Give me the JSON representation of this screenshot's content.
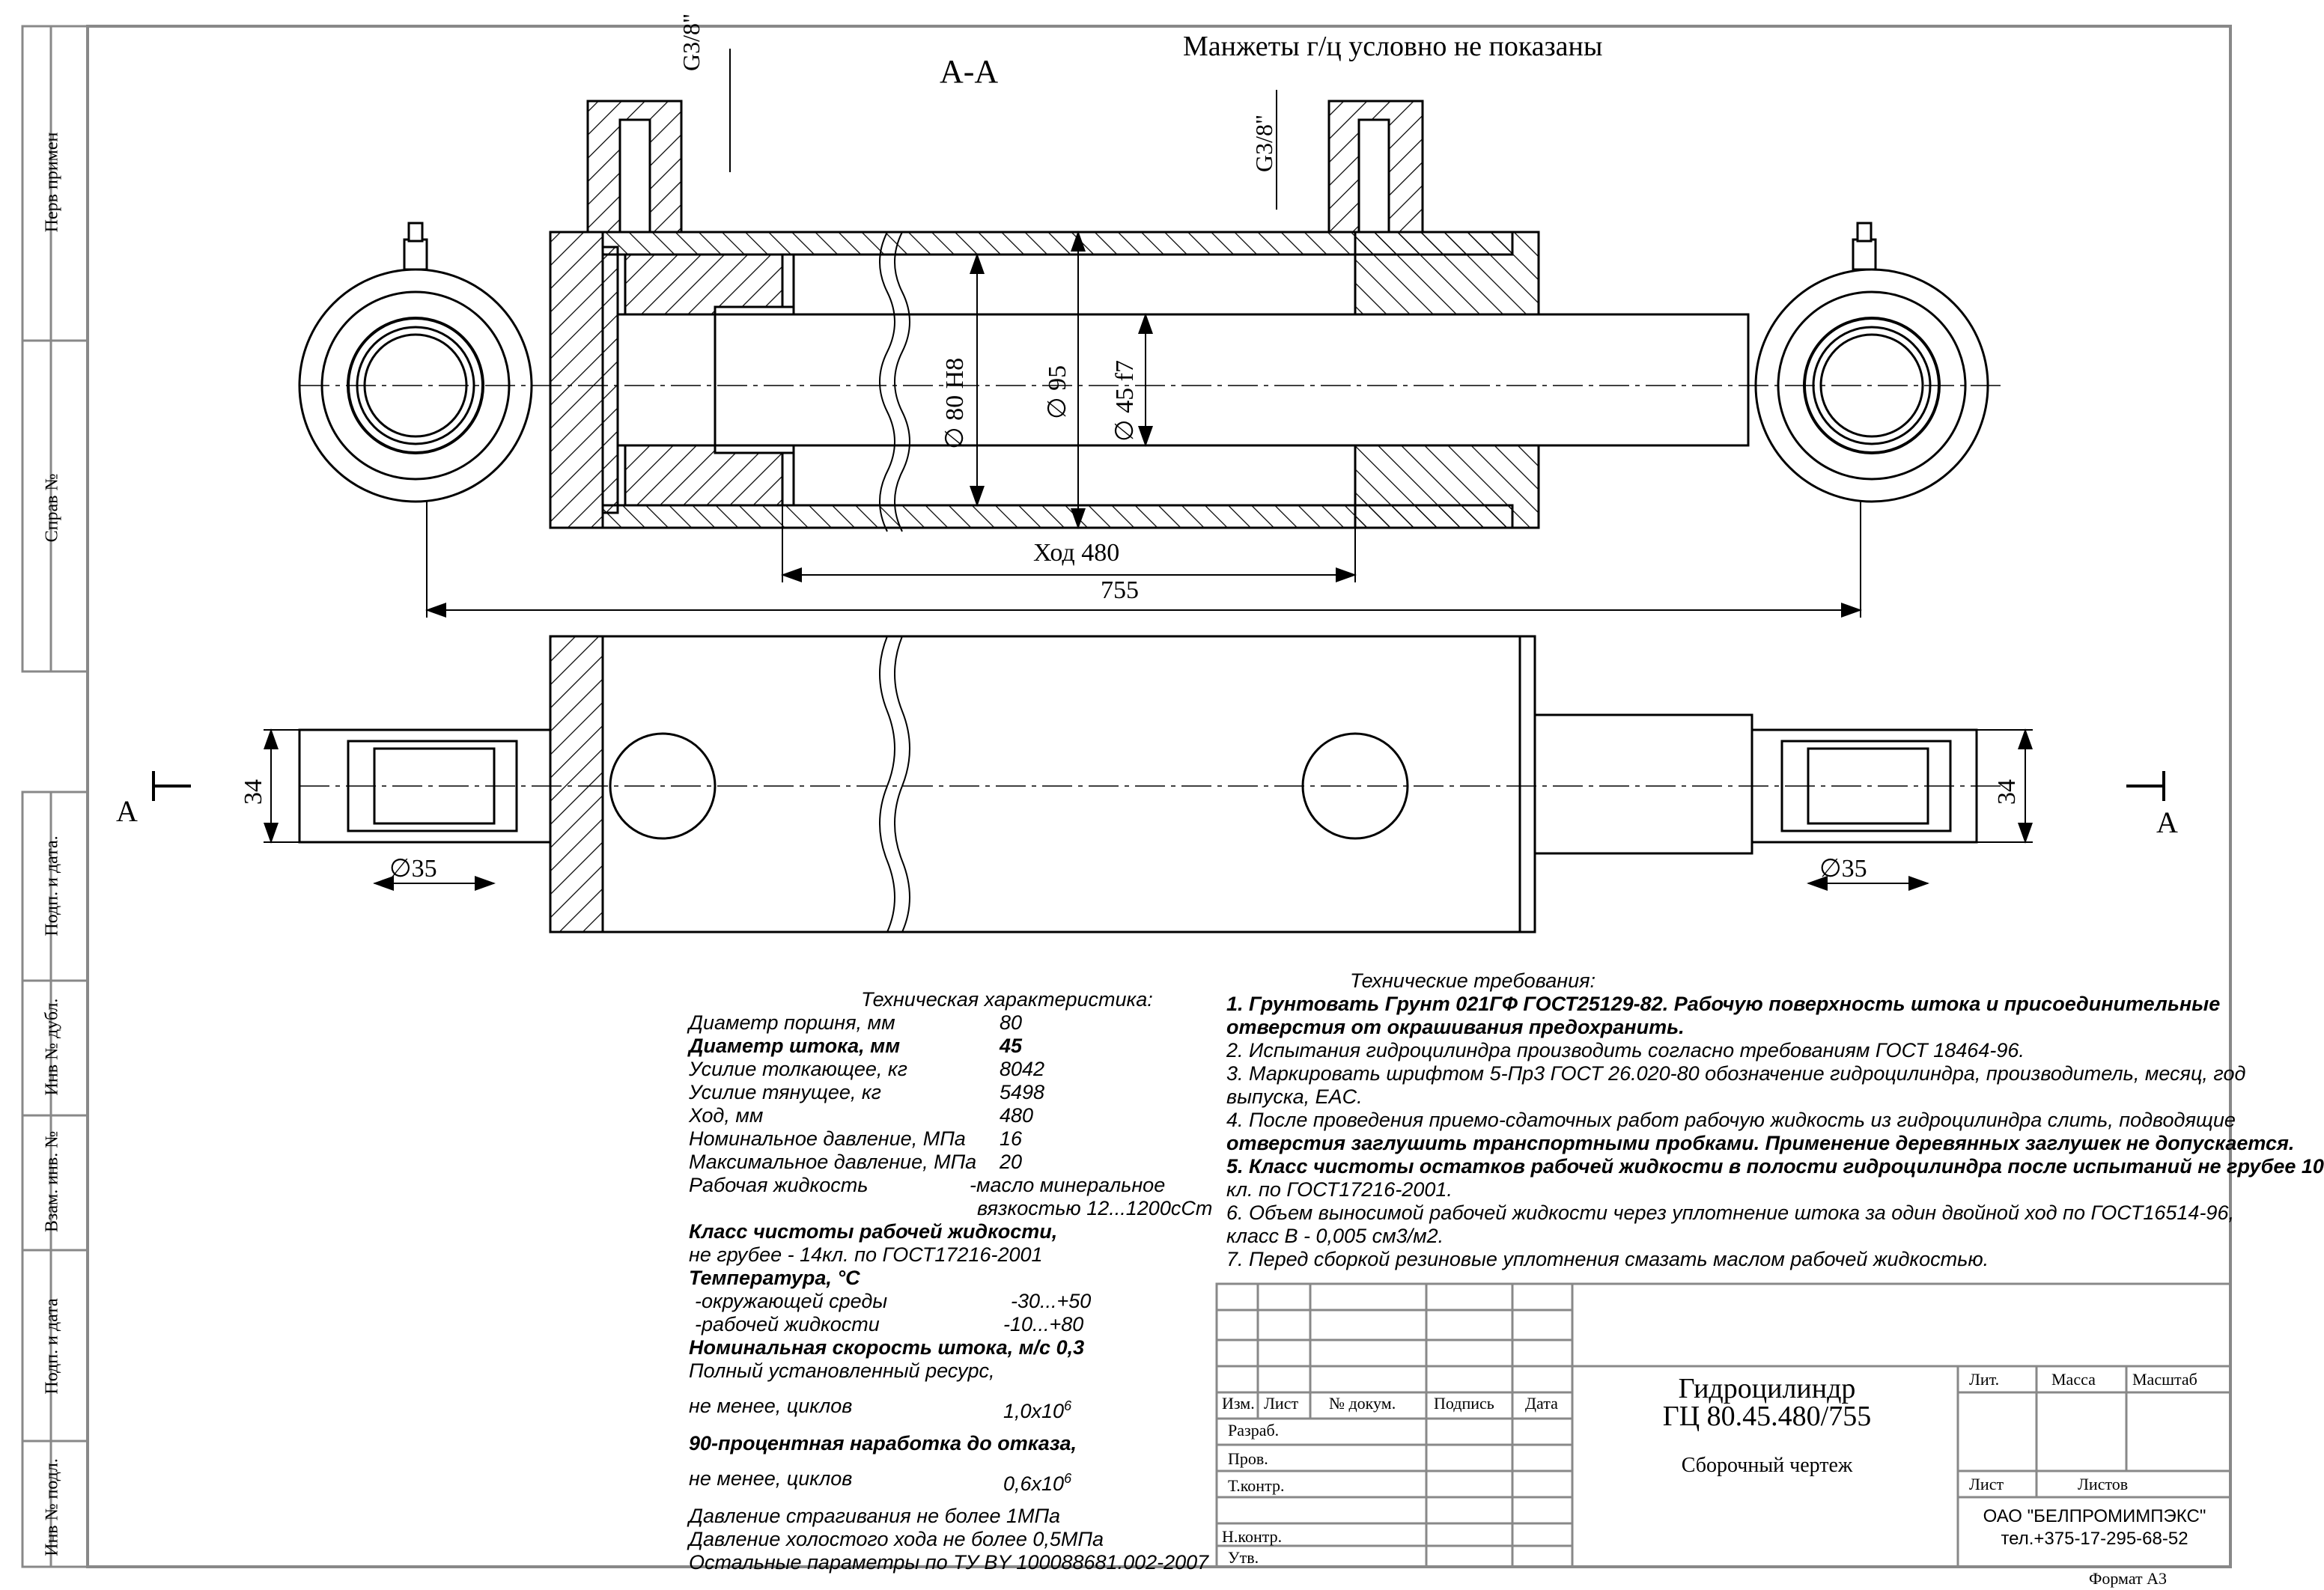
{
  "side_stamps": [
    "Перв примен",
    "Справ №",
    "Подп. и дата.",
    "Инв № дубл.",
    "Взам. инв. №",
    "Подп. и дата",
    "Инв № подл."
  ],
  "drawing": {
    "section_label": "А-А",
    "note": "Манжеты г/ц условно не показаны",
    "thread_left": "G3/8\"",
    "thread_right": "G3/8\"",
    "dia_bore": "80 H8",
    "dia_outer": "95",
    "dia_rod": "45 f7",
    "stroke": "Ход 480",
    "length": "755",
    "width_left": "34",
    "width_right": "34",
    "pin_left": "35",
    "pin_right": "35",
    "cut_left": "А",
    "cut_right": "А",
    "dia_symbol": "∅"
  },
  "specs": {
    "title": "Техническая характеристика:",
    "rows": [
      {
        "label": "Диаметр поршня, мм",
        "value": "80",
        "bold": false
      },
      {
        "label": "Диаметр штока, мм",
        "value": "45",
        "bold": true
      },
      {
        "label": "Усилие толкающее, кг",
        "value": "8042",
        "bold": false
      },
      {
        "label": "Усилие тянущее, кг",
        "value": "5498",
        "bold": false
      },
      {
        "label": "Ход, мм",
        "value": "480",
        "bold": false
      },
      {
        "label": "Номинальное давление, МПа",
        "value": "16",
        "bold": false
      },
      {
        "label": "Максимальное давление, МПа",
        "value": "20",
        "bold": false
      }
    ],
    "fluid_label": "Рабочая жидкость",
    "fluid_value_1": "-масло минеральное",
    "fluid_value_2": "вязкостью 12...1200сСт",
    "purity_title": "Класс чистоты рабочей жидкости,",
    "purity_value": "не грубее - 14кл. по ГОСТ17216-2001",
    "temp_title": "Температура, °С",
    "temp_env_label": "-окружающей среды",
    "temp_env_value": "-30...+50",
    "temp_fluid_label": "-рабочей жидкости",
    "temp_fluid_value": "-10...+80",
    "speed_label": "Номинальная скорость штока, м/с",
    "speed_value": "0,3",
    "resource_label_1": "Полный установленный ресурс,",
    "resource_label_2": "не менее, циклов",
    "resource_value": "1,0x10",
    "resource_exp": "6",
    "failure_label_1": "90-процентная наработка до отказа,",
    "failure_label_2": "не менее, циклов",
    "failure_value": "0,6x10",
    "failure_exp": "6",
    "start_pressure": "Давление страгивания не более     1МПа",
    "idle_pressure": "Давление холостого хода не более 0,5МПа",
    "other_params": "Остальные параметры по ТУ BY 100088681.002-2007"
  },
  "requirements": {
    "title": "Технические требования:",
    "lines": [
      {
        "text": "1. Грунтовать Грунт 021ГФ ГОСТ25129-82. Рабочую поверхность штока и присоединительные",
        "bold": true
      },
      {
        "text": "отверстия от окрашивания предохранить.",
        "bold": true
      },
      {
        "text": "2. Испытания гидроцилиндра производить согласно требованиям ГОСТ 18464-96.",
        "bold": false
      },
      {
        "text": "3. Маркировать шрифтом 5-Пр3 ГОСТ 26.020-80 обозначение гидроцилиндра, производитель, месяц, год",
        "bold": false
      },
      {
        "text": "выпуска, EAC.",
        "bold": false
      },
      {
        "text": "4. После проведения приемо-сдаточных работ рабочую жидкость из гидроцилиндра слить, подводящие",
        "bold": false
      },
      {
        "text": "отверстия заглушить транспортными пробками. Применение деревянных заглушек не допускается.",
        "bold": true
      },
      {
        "text": "5. Класс чистоты остатков рабочей жидкости в полости гидроцилиндра после испытаний не грубее 10",
        "bold": true
      },
      {
        "text": "кл. по ГОСТ17216-2001.",
        "bold": false
      },
      {
        "text": "6. Объем выносимой рабочей жидкости через уплотнение штока за один двойной ход по ГОСТ16514-96,",
        "bold": false
      },
      {
        "text": "класс В - 0,005 см3/м2.",
        "bold": false
      },
      {
        "text": "7. Перед сборкой резиновые уплотнения смазать маслом  рабочей жидкостью.",
        "bold": false
      }
    ]
  },
  "title_block": {
    "product_name": "Гидроцилиндр",
    "product_code": "ГЦ  80.45.480/755",
    "doc_type": "Сборочный чертеж",
    "col_izm": "Изм.",
    "col_list": "Лист",
    "col_doc": "№  докум.",
    "col_sign": "Подпись",
    "col_date": "Дата",
    "row_razrab": "Разраб.",
    "row_prov": "Пров.",
    "row_tkontr": "Т.контр.",
    "row_nkontr": "Н.контр.",
    "row_utv": "Утв.",
    "lit": "Лит.",
    "massa": "Масса",
    "masshtab": "Масштаб",
    "sheet": "Лист",
    "sheets": "Листов",
    "company": "ОАО \"БЕЛПРОМИМПЭКС\"",
    "phone": "тел.+375-17-295-68-52",
    "format": "Формат  А3"
  }
}
